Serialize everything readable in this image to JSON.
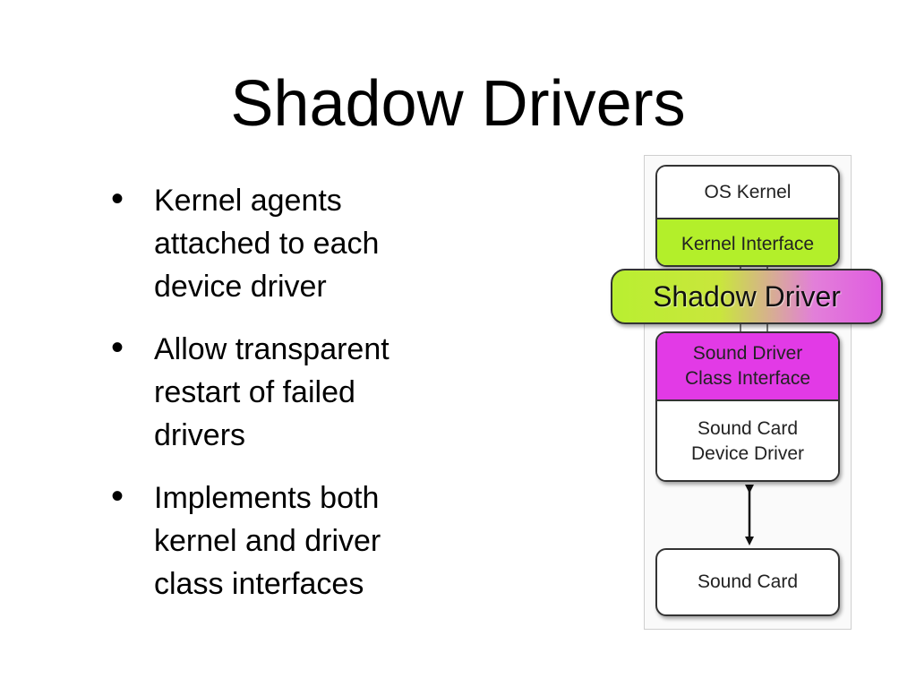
{
  "slide": {
    "title": "Shadow Drivers",
    "bullets": [
      {
        "lines": [
          "Kernel agents",
          "attached to each",
          "device driver"
        ]
      },
      {
        "lines": [
          "Allow transparent",
          "restart of failed",
          "drivers"
        ]
      },
      {
        "lines": [
          "Implements both",
          "kernel and driver",
          "class interfaces"
        ]
      }
    ]
  },
  "diagram": {
    "os_kernel": "OS Kernel",
    "kernel_interface": "Kernel Interface",
    "shadow_driver": "Shadow Driver",
    "sound_driver_class_interface": [
      "Sound Driver",
      "Class Interface"
    ],
    "sound_card_device_driver": [
      "Sound Card",
      "Device Driver"
    ],
    "sound_card": "Sound Card",
    "colors": {
      "kernel_interface": "#b3ef2a",
      "class_interface": "#e23ae6",
      "shadow_driver_gradient": [
        "#b9ef31",
        "#e05ce0"
      ]
    }
  }
}
